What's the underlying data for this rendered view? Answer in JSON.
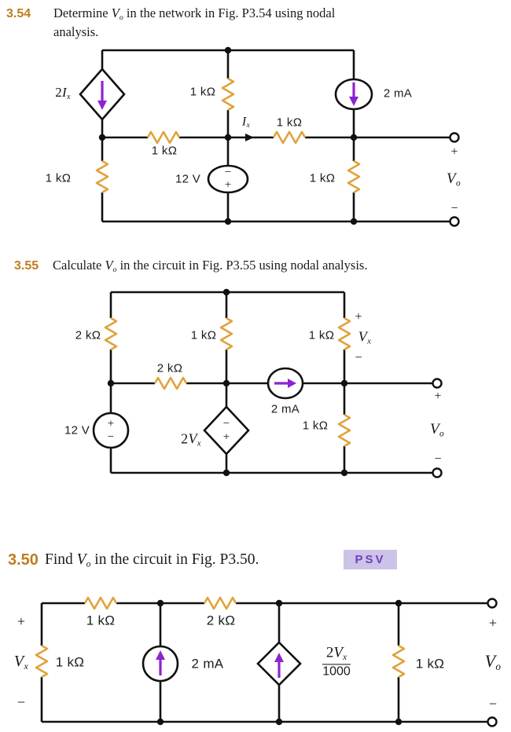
{
  "colors": {
    "heading_number": "#bf7d1e",
    "resistor_zigzag": "#dfa33c",
    "source_arrow": "#8b24cf",
    "badge_bg": "#cdc3e6",
    "badge_text": "#6f3fc0",
    "wire": "#111111"
  },
  "headers": {
    "p354": {
      "number": "3.54",
      "line1_pre": "Determine ",
      "v_base": "V",
      "v_sub": "o",
      "line1_post": " in the network in Fig. P3.54 using nodal",
      "line2": "analysis."
    },
    "p355": {
      "number": "3.55",
      "pre": "Calculate ",
      "v_base": "V",
      "v_sub": "o",
      "post": " in the circuit in Fig. P3.55 using nodal analysis."
    },
    "p350": {
      "number": "3.50",
      "pre": "Find ",
      "v_base": "V",
      "v_sub": "o",
      "post": " in the circuit in Fig. P3.50.",
      "badge": "PSV"
    }
  },
  "circuit354": {
    "dep_source": {
      "prefix": "2",
      "base": "I",
      "sub": "x"
    },
    "r_top": "1 kΩ",
    "cs_label": "2 mA",
    "ix": {
      "base": "I",
      "sub": "x"
    },
    "r_mid_left": "1 kΩ",
    "r_mid_right": "1 kΩ",
    "r_left": "1 kΩ",
    "vs_label": "12 V",
    "vs_minus": "−",
    "vs_plus": "+",
    "r_right": "1 kΩ",
    "out_plus": "+",
    "out_minus": "−",
    "vo": {
      "base": "V",
      "sub": "o"
    }
  },
  "circuit355": {
    "r1": "2 kΩ",
    "r2": "1 kΩ",
    "r3": "1 kΩ",
    "vx_plus": "+",
    "vx": {
      "base": "V",
      "sub": "x"
    },
    "vx_minus": "−",
    "r4": "2 kΩ",
    "cs_label": "2 mA",
    "vs_label": "12 V",
    "vs_plus": "+",
    "vs_minus": "−",
    "dep": {
      "prefix": "2",
      "base": "V",
      "sub": "x"
    },
    "dep_minus": "−",
    "dep_plus": "+",
    "r5": "1 kΩ",
    "out_plus": "+",
    "out_minus": "−",
    "vo": {
      "base": "V",
      "sub": "o"
    }
  },
  "circuit350": {
    "vx_plus": "+",
    "vx": {
      "base": "V",
      "sub": "x"
    },
    "vx_minus": "−",
    "r_left": "1 kΩ",
    "r_top1": "1 kΩ",
    "r_top2": "2 kΩ",
    "cs_label": "2 mA",
    "dep_num": {
      "prefix": "2",
      "base": "V",
      "sub": "x"
    },
    "dep_den": "1000",
    "r_right": "1 kΩ",
    "out_plus": "+",
    "out_minus": "−",
    "vo": {
      "base": "V",
      "sub": "o"
    }
  }
}
